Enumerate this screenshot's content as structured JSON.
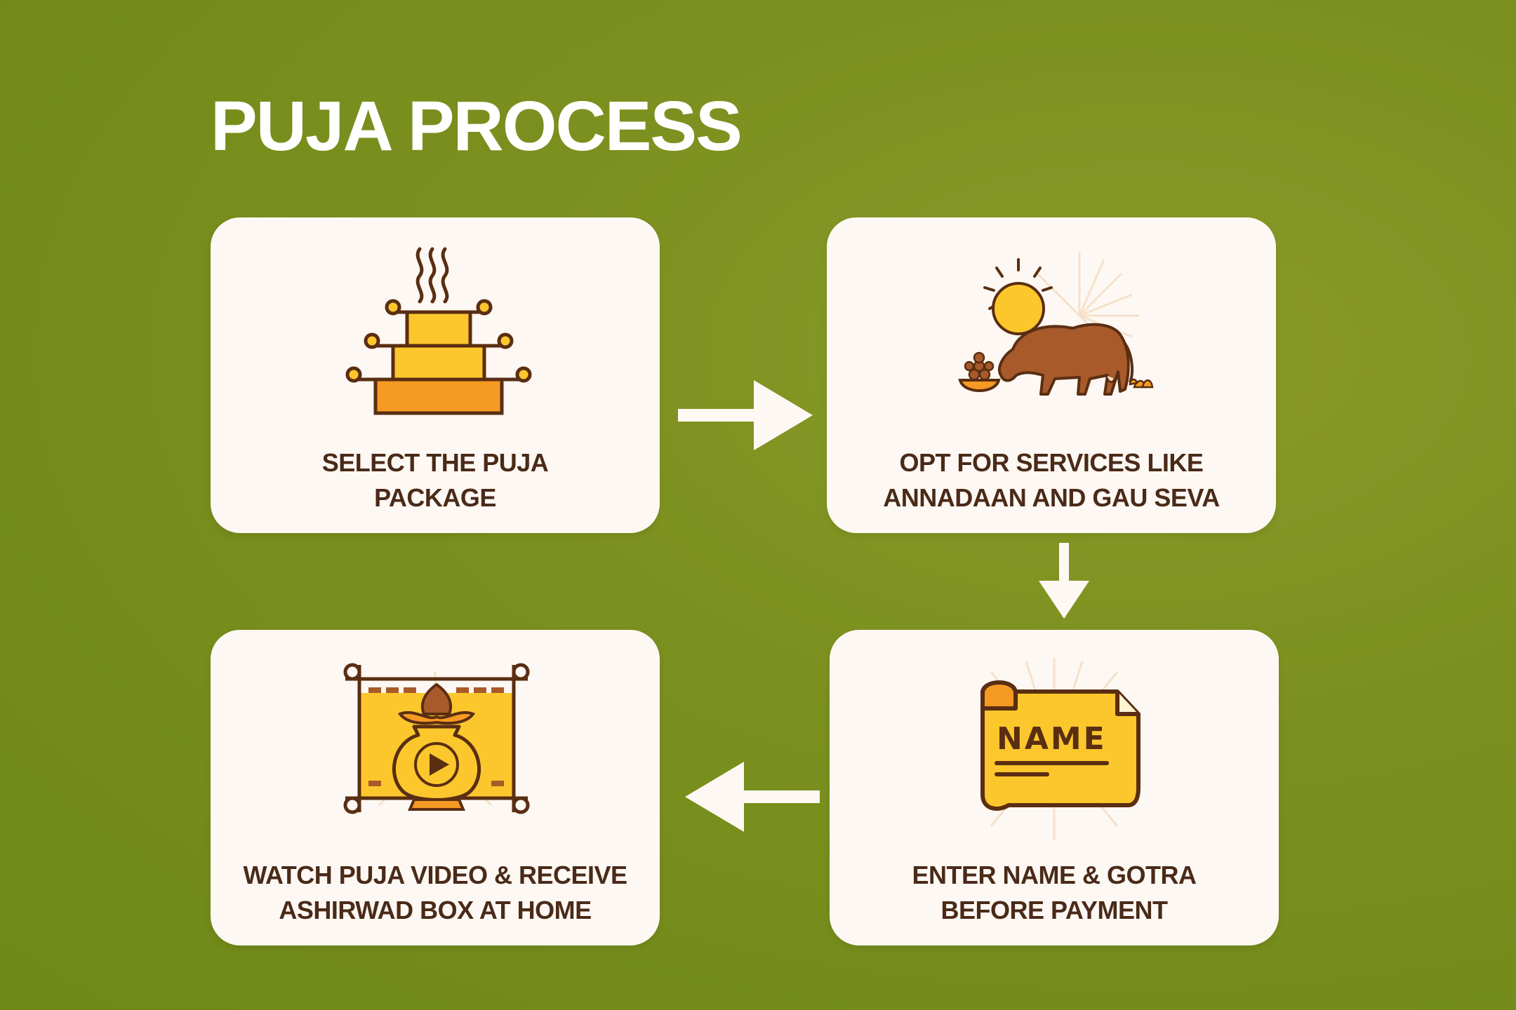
{
  "title": "PUJA PROCESS",
  "colors": {
    "background": "#7a8f1e",
    "card": "#fdf8f3",
    "text": "#4a2a18",
    "outline": "#5a2e12",
    "yellow": "#fcc72c",
    "orange": "#f59a23",
    "brown": "#a85a2a"
  },
  "steps": [
    {
      "line1": "SELECT THE PUJA",
      "line2": "PACKAGE",
      "icon": "altar-icon"
    },
    {
      "line1": "OPT FOR SERVICES LIKE",
      "line2": "ANNADAAN AND GAU SEVA",
      "icon": "cow-icon"
    },
    {
      "line1": "ENTER NAME & GOTRA",
      "line2": "BEFORE PAYMENT",
      "icon": "name-scroll-icon",
      "icon_text": "NAME"
    },
    {
      "line1": "WATCH PUJA VIDEO & RECEIVE",
      "line2": "ASHIRWAD BOX AT HOME",
      "icon": "kalash-video-icon"
    }
  ]
}
